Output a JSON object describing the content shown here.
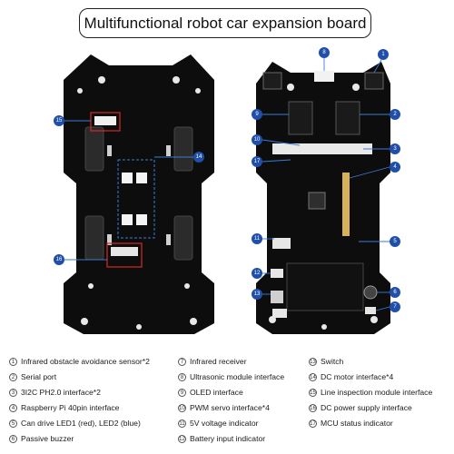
{
  "title": "Multifunctional robot car expansion board",
  "markers_left": [
    "15",
    "14",
    "16"
  ],
  "markers_right": [
    "8",
    "1",
    "9",
    "2",
    "10",
    "3",
    "17",
    "4",
    "11",
    "5",
    "12",
    "13",
    "6",
    "7"
  ],
  "legend": [
    {
      "num": "1",
      "label": "Infrared obstacle avoidance sensor*2"
    },
    {
      "num": "2",
      "label": "Serial port"
    },
    {
      "num": "3",
      "label": "3I2C PH2.0 interface*2"
    },
    {
      "num": "4",
      "label": "Raspberry Pi 40pin interface"
    },
    {
      "num": "5",
      "label": "Can drive LED1 (red), LED2 (blue)"
    },
    {
      "num": "6",
      "label": "Passive buzzer"
    },
    {
      "num": "7",
      "label": "Infrared receiver"
    },
    {
      "num": "8",
      "label": "Ultrasonic module interface"
    },
    {
      "num": "9",
      "label": "OLED interface"
    },
    {
      "num": "10",
      "label": "PWM servo interface*4"
    },
    {
      "num": "11",
      "label": "5V voltage indicator"
    },
    {
      "num": "12",
      "label": "Battery input indicator"
    },
    {
      "num": "13",
      "label": "Switch"
    },
    {
      "num": "14",
      "label": "DC motor interface*4"
    },
    {
      "num": "15",
      "label": "Line inspection module interface"
    },
    {
      "num": "16",
      "label": "DC power supply interface"
    },
    {
      "num": "17",
      "label": "MCU status indicator"
    }
  ],
  "colors": {
    "board": "#0d0d0d",
    "marker": "#1f4fa8",
    "leader": "#3a7bd5",
    "highlight": "#d62a2a"
  }
}
